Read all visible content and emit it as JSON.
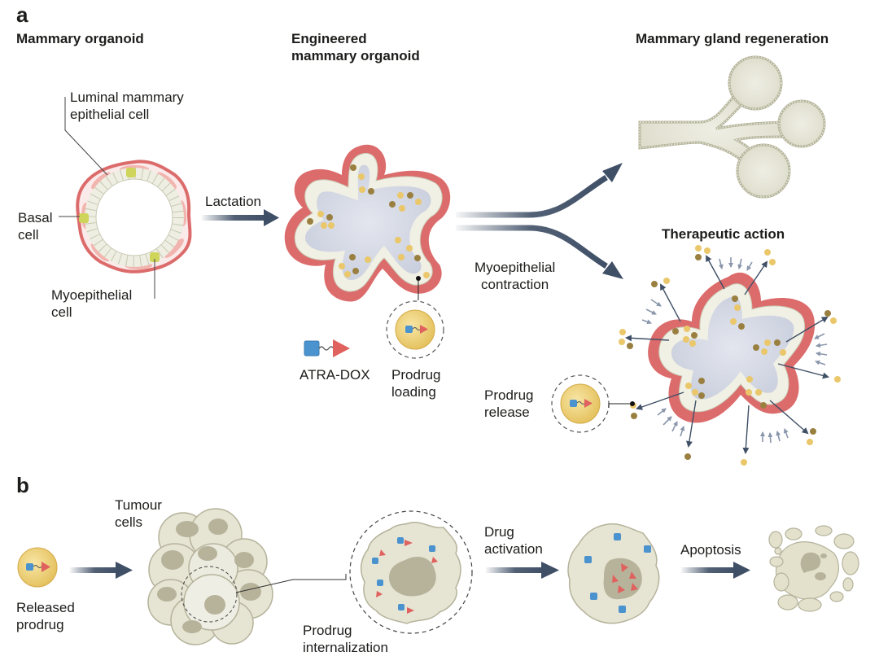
{
  "panel_a": {
    "letter": "a",
    "mammary_organoid": {
      "heading": "Mammary organoid",
      "labels": {
        "luminal_line1": "Luminal mammary",
        "luminal_line2": "epithelial cell",
        "basal_line1": "Basal",
        "basal_line2": "cell",
        "myo_line1": "Myoepithelial",
        "myo_line2": "cell"
      }
    },
    "lactation_label": "Lactation",
    "engineered": {
      "heading_line1": "Engineered",
      "heading_line2": "mammary organoid",
      "atra_dox_label": "ATRA-DOX",
      "prodrug_loading_line1": "Prodrug",
      "prodrug_loading_line2": "loading"
    },
    "myo_contraction_line1": "Myoepithelial",
    "myo_contraction_line2": "contraction",
    "regeneration_heading": "Mammary gland regeneration",
    "therapeutic_heading": "Therapeutic action",
    "prodrug_release_line1": "Prodrug",
    "prodrug_release_line2": "release"
  },
  "panel_b": {
    "letter": "b",
    "released_prodrug_line1": "Released",
    "released_prodrug_line2": "prodrug",
    "tumour_cells_line1": "Tumour",
    "tumour_cells_line2": "cells",
    "internalization_line1": "Prodrug",
    "internalization_line2": "internalization",
    "drug_activation_line1": "Drug",
    "drug_activation_line2": "activation",
    "apoptosis_label": "Apoptosis"
  },
  "colors": {
    "arrow": "#3f4f66",
    "membrane_red": "#dc6b6b",
    "myo_pink": "#f2b4ae",
    "luminal_cell": "#eeeee2",
    "basal_cell": "#cfd45a",
    "lumen": "#d6dae6",
    "granule_yellow": "#eac76a",
    "granule_brown": "#9a8040",
    "atra_blue": "#4a93cf",
    "dox_red": "#e0625f",
    "tumour_cell": "#e6e4d3",
    "tumour_nucleus": "#b7b39b",
    "gland": "#e7e6da"
  }
}
